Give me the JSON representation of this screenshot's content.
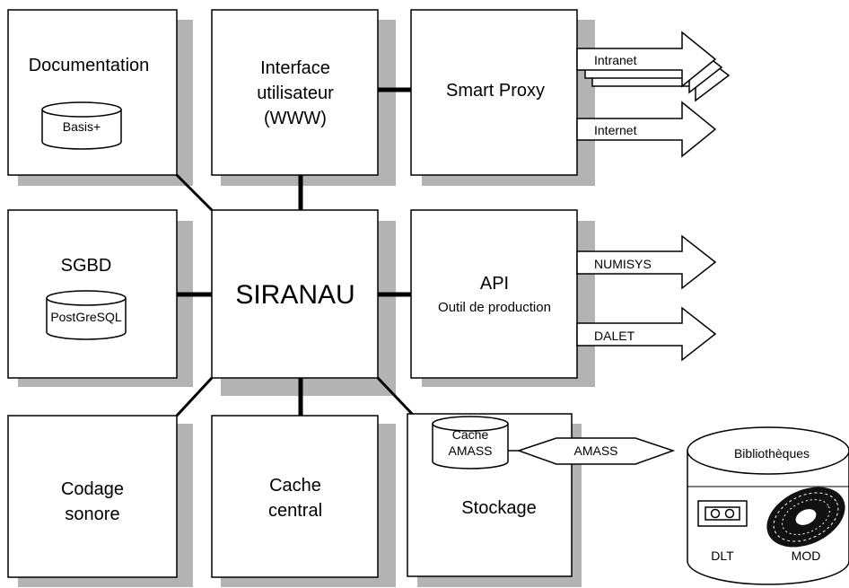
{
  "boxes": {
    "documentation": {
      "title": "Documentation",
      "db": "Basis+"
    },
    "interface": {
      "line1": "Interface",
      "line2": "utilisateur",
      "line3": "(WWW)"
    },
    "proxy": {
      "title": "Smart Proxy"
    },
    "sgbd": {
      "title": "SGBD",
      "db": "PostGreSQL"
    },
    "siranau": {
      "title": "SIRANAU"
    },
    "api": {
      "title": "API",
      "subtitle": "Outil de production"
    },
    "codage": {
      "line1": "Codage",
      "line2": "sonore"
    },
    "cache_central": {
      "line1": "Cache",
      "line2": "central"
    },
    "stockage": {
      "title": "Stockage",
      "db_line1": "Cache",
      "db_line2": "AMASS"
    }
  },
  "arrows": {
    "intranet": "Intranet",
    "internet": "Internet",
    "numisys": "NUMISYS",
    "dalet": "DALET"
  },
  "link": {
    "amass": "AMASS"
  },
  "library": {
    "title": "Bibliothèques",
    "dlt": "DLT",
    "mod": "MOD"
  }
}
